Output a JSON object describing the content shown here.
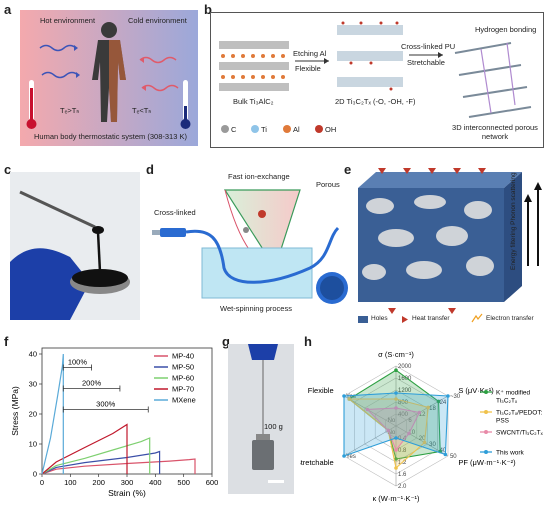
{
  "labels": {
    "a": "a",
    "b": "b",
    "c": "c",
    "d": "d",
    "e": "e",
    "f": "f",
    "g": "g",
    "h": "h"
  },
  "panel_a": {
    "hot": "Hot environment",
    "cold": "Cold environment",
    "hot_rel": "Tₑ>Tₕ",
    "cold_rel": "Tₑ<Tₕ",
    "caption": "Human body thermostatic system (308-313 K)",
    "colors": {
      "hot_bg": "#f2b0b4",
      "cold_bg": "#9aa6d8",
      "thermo_hot": "#c8102e",
      "thermo_cold": "#1b2a7a"
    }
  },
  "panel_b": {
    "bulk": "Bulk Ti₃AlC₂",
    "etch_top": "Etching Al",
    "etch_bottom": "Flexible",
    "mxene": "2D Ti₃C₂Tₓ (-O, -OH, -F)",
    "pu_top": "Cross-linked PU",
    "pu_bottom": "Stretchable",
    "hbond": "Hydrogen bonding",
    "network": "3D interconnected porous network",
    "legend": [
      {
        "sym": "C",
        "color": "#9a9a9a"
      },
      {
        "sym": "Ti",
        "color": "#8fc4e8"
      },
      {
        "sym": "Al",
        "color": "#e07a3a"
      },
      {
        "sym": "OH",
        "color": "#c0392b"
      }
    ]
  },
  "panel_d": {
    "fast": "Fast ion-exchange",
    "porous": "Porous",
    "crosslinked": "Cross-linked",
    "process": "Wet-spinning process",
    "colors": {
      "fiber": "#2a6bd1",
      "bath": "#bfe6f3"
    }
  },
  "panel_e": {
    "axis": "Energy filtering  Phonon scattering",
    "legend": [
      "Holes",
      "Heat transfer",
      "Electron transfer"
    ],
    "colors": {
      "block": "#3a5f95",
      "hole": "#cfd3d8",
      "arrow": "#c0392b"
    }
  },
  "panel_g": {
    "mass": "100 g"
  },
  "chart_data": [
    {
      "panel": "f",
      "type": "line",
      "xlabel": "Strain (%)",
      "ylabel": "Stress (MPa)",
      "xlim": [
        0,
        600
      ],
      "ylim": [
        0,
        42
      ],
      "xticks": [
        0,
        100,
        200,
        300,
        400,
        500,
        600
      ],
      "yticks": [
        0,
        10,
        20,
        30,
        40
      ],
      "legend_position": "top-right",
      "annotations": [
        "100%",
        "200%",
        "300%"
      ],
      "series": [
        {
          "name": "MP-40",
          "color": "#d9536a",
          "x": [
            0,
            50,
            150,
            300,
            450,
            520,
            540,
            540
          ],
          "y": [
            0,
            1.6,
            2.6,
            3.5,
            4.3,
            4.8,
            5.0,
            0
          ]
        },
        {
          "name": "MP-50",
          "color": "#3b4fa8",
          "x": [
            0,
            50,
            150,
            300,
            400,
            415,
            415
          ],
          "y": [
            0,
            2.2,
            3.8,
            5.5,
            7.0,
            7.5,
            0
          ]
        },
        {
          "name": "MP-60",
          "color": "#7ed070",
          "x": [
            0,
            50,
            150,
            250,
            350,
            380,
            380
          ],
          "y": [
            0,
            2.8,
            5.2,
            8.0,
            10.8,
            12.0,
            0
          ]
        },
        {
          "name": "MP-70",
          "color": "#c0182c",
          "x": [
            0,
            50,
            150,
            250,
            300,
            300
          ],
          "y": [
            0,
            4.0,
            8.8,
            13.5,
            16.5,
            0
          ]
        },
        {
          "name": "MXene",
          "color": "#5aaad8",
          "x": [
            0,
            30,
            55,
            72,
            75,
            75
          ],
          "y": [
            0,
            12,
            26,
            36,
            40,
            0
          ]
        }
      ]
    },
    {
      "panel": "h",
      "type": "radar",
      "axes": [
        {
          "name": "σ (S·cm⁻¹)",
          "ticks": [
            "400",
            "800",
            "1200",
            "1600",
            "2000"
          ]
        },
        {
          "name": "S (μV·K⁻¹)",
          "ticks": [
            "6",
            "12",
            "18",
            "24",
            "~30"
          ]
        },
        {
          "name": "PF (μW·m⁻¹·K⁻²)",
          "ticks": [
            "10",
            "20",
            "30",
            "40",
            "50"
          ]
        },
        {
          "name": "κ (W·m⁻¹·K⁻¹)",
          "ticks": [
            "0.4",
            "0.8",
            "1.2",
            "1.6",
            "2.0"
          ]
        },
        {
          "name": "Stretchable",
          "ticks": [
            "No",
            "",
            "",
            "",
            "Yes"
          ]
        },
        {
          "name": "Flexible",
          "ticks": [
            "No",
            "",
            "",
            "",
            "Yes"
          ]
        }
      ],
      "series": [
        {
          "name": "K⁺ modified Ti₃C₂Tₓ",
          "color": "#2ea043",
          "values": [
            0.93,
            0.82,
            0.85,
            0.55,
            0.15,
            0.9
          ]
        },
        {
          "name": "Ti₃C₂Tₓ/PEDOT: PSS",
          "color": "#f0c24b",
          "values": [
            0.45,
            0.62,
            0.55,
            0.7,
            0.15,
            0.9
          ]
        },
        {
          "name": "SWCNT/Ti₃C₂Tₓ",
          "color": "#e88aa8",
          "values": [
            0.3,
            0.45,
            0.25,
            0.4,
            0.15,
            0.55
          ]
        },
        {
          "name": "This  work",
          "color": "#2f9ed8",
          "values": [
            0.55,
            1.0,
            0.95,
            0.2,
            1.0,
            1.0
          ]
        }
      ]
    }
  ]
}
